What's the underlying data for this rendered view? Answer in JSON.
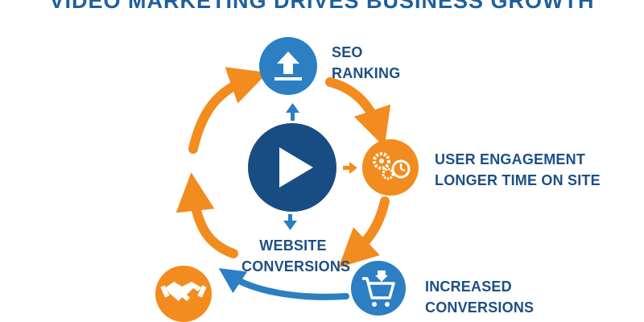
{
  "title": "VIDEO MARKETING DRIVES BUSINESS GROWTH",
  "center": {
    "icon": "play-icon"
  },
  "nodes": {
    "seo": {
      "lines": [
        "SEO",
        "RANKING"
      ],
      "icon": "upload-arrow-icon"
    },
    "engagement": {
      "lines": [
        "USER ENGAGEMENT",
        "LONGER TIME ON SITE"
      ],
      "icon": "gears-clock-icon"
    },
    "website": {
      "lines": [
        "WEBSITE",
        "CONVERSIONS"
      ]
    },
    "increased": {
      "lines": [
        "INCREASED",
        "CONVERSIONS"
      ],
      "icon": "shopping-cart-icon"
    },
    "partnership": {
      "icon": "handshake-icon"
    }
  },
  "colors": {
    "primary_blue": "#1f5f9e",
    "light_blue": "#2b7fc2",
    "dark_blue": "#174d82",
    "orange": "#f28c1e"
  }
}
